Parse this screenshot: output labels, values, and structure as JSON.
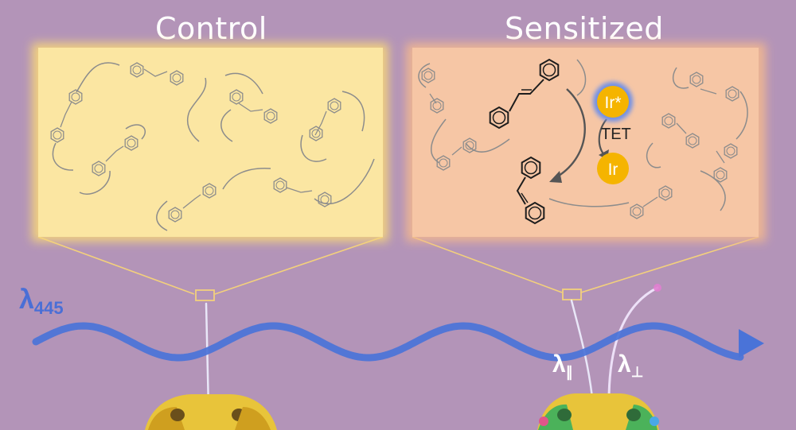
{
  "panels": {
    "left": {
      "title": "Control",
      "fill": "#fbe6a2",
      "glow": "#f7d779"
    },
    "right": {
      "title": "Sensitized",
      "fill": "#f6c6a5",
      "glow": "#f3b88f"
    }
  },
  "labels": {
    "excitation": "λ",
    "excitation_sub": "445",
    "parallel": "λ",
    "parallel_sub": "∥",
    "perp": "λ",
    "perp_sub": "⊥",
    "tet": "TET",
    "ir_excited": "Ir*",
    "ir_ground": "Ir"
  },
  "colors": {
    "background": "#b394b8",
    "wave": "#4a73d8",
    "iridium": "#f5b400",
    "iridium_glow": "#6d8fe8",
    "callout": "#f3cf7a",
    "gripper": "#e8c43a"
  }
}
